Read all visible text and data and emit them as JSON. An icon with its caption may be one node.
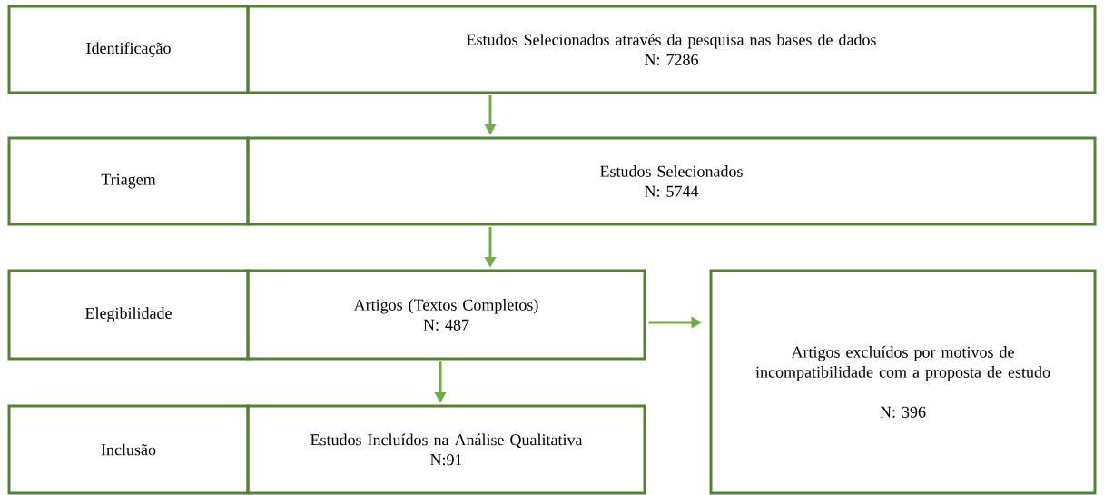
{
  "diagram": {
    "nodes": [
      {
        "text": [
          "Identificação"
        ]
      },
      {
        "text": [
          "Estudos Selecionados através da pesquisa nas bases de dados",
          "N: 7286"
        ]
      },
      {
        "text": [
          "Triagem"
        ]
      },
      {
        "text": [
          "Estudos Selecionados",
          "N: 5744"
        ]
      },
      {
        "text": [
          "Elegibilidade"
        ]
      },
      {
        "text": [
          "Artigos (Textos Completos)",
          "N: 487"
        ]
      },
      {
        "text": [
          "Artigos excluídos por motivos de incompatibilidade com a proposta de estudo",
          "N: 396"
        ]
      },
      {
        "text": [
          "Inclusão"
        ]
      },
      {
        "text": [
          "Estudos Incluídos na Análise Qualitativa",
          "N:91"
        ]
      }
    ],
    "edges": [
      {
        "from": 1,
        "to": 3,
        "arrow": "to"
      },
      {
        "from": 3,
        "to": 5,
        "arrow": "to"
      },
      {
        "from": 5,
        "to": 6,
        "arrow": "to"
      },
      {
        "from": 5,
        "to": 8,
        "arrow": "to"
      }
    ]
  }
}
